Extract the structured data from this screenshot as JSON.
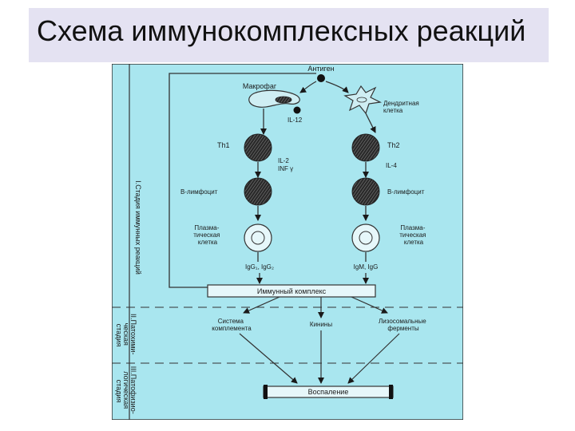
{
  "slide": {
    "title": "Схема иммунокомплексных реакций"
  },
  "diagram": {
    "antigen": "Антиген",
    "macrophage": "Макрофаг",
    "dendritic": "Дендритная\nклетка",
    "il12": "IL-12",
    "th1": "Th1",
    "th2": "Th2",
    "th1_cytokines": "IL-2\nINF γ",
    "th2_cytokines": "IL-4",
    "b_left": "B-лимфоцит",
    "b_right": "B-лимфоцит",
    "plasma_left": "Плазма-\nтическая\nклетка",
    "plasma_right": "Плазма-\nтическая\nклетка",
    "ig_left": "IgG₁, IgG₂",
    "ig_right": "IgM, IgG",
    "immune_complex": "Иммунный комплекс",
    "complement": "Система\nкомплемента",
    "kinins": "Кинины",
    "lysosomal": "Лизосомальные\nферменты",
    "inflammation": "Воспаление",
    "stage1": "I.Стадия иммунных реакций",
    "stage2": "II.Патохими-\nческая\nстадия",
    "stage3": "III.Патофизио-\nлогическая\nстадия"
  }
}
